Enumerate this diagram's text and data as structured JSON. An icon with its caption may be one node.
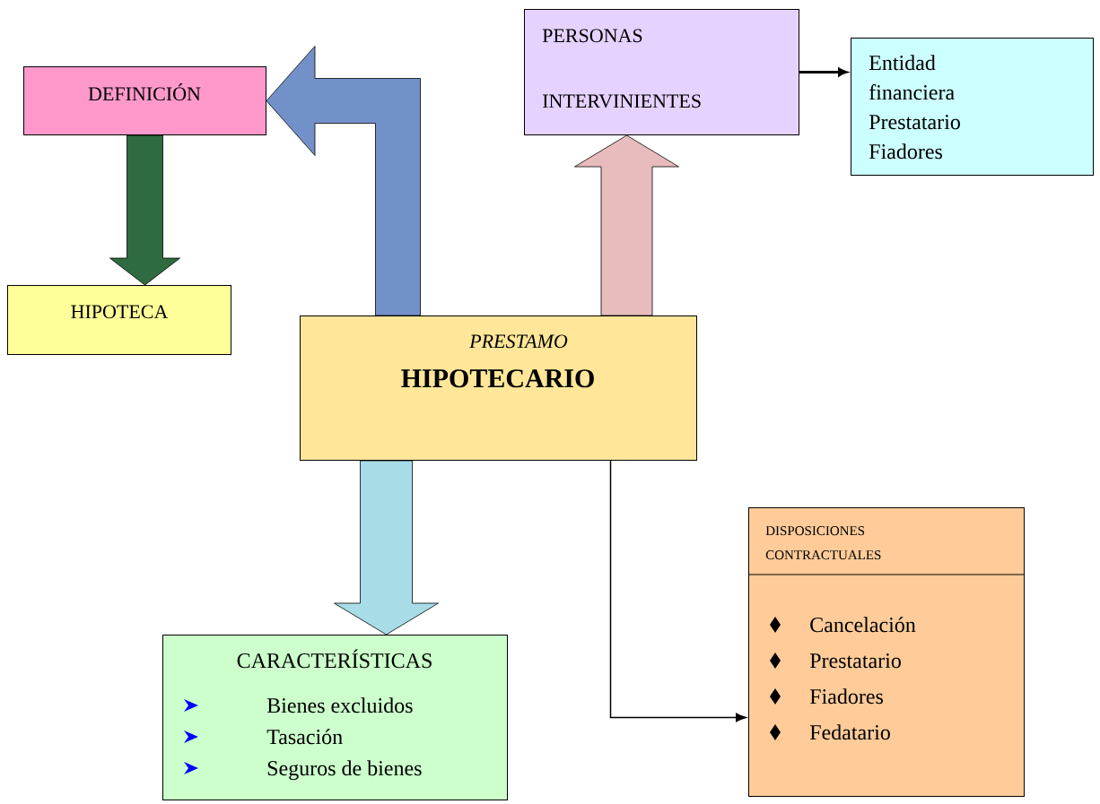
{
  "diagram": {
    "nodes": [
      {
        "text": [
          "DEFINICIÓN"
        ]
      },
      {
        "text": [
          "HIPOTECA"
        ]
      },
      {
        "text": [
          "PERSONAS INTERVINIENTES"
        ]
      },
      {
        "text": [
          "Entidad financiera",
          "Prestatario",
          "Fiadores"
        ]
      },
      {
        "text": [
          "PRESTAMO",
          "HIPOTECARIO"
        ]
      },
      {
        "text": [
          "CARACTERÍSTICAS",
          "Bienes excluidos",
          "Tasación",
          "Seguros de bienes"
        ]
      },
      {
        "text": [
          "DISPOSICIONES CONTRACTUALES",
          "Cancelación",
          "Prestatario",
          "Fiadores",
          "Fedatario"
        ]
      }
    ],
    "edges": [
      {
        "from": 4,
        "to": 0,
        "arrow": "to",
        "color": "#7391c9"
      },
      {
        "from": 0,
        "to": 1,
        "arrow": "to",
        "color": "#2f6b40"
      },
      {
        "from": 4,
        "to": 2,
        "arrow": "to",
        "color": "#e8bcbc"
      },
      {
        "from": 2,
        "to": 3,
        "arrow": "to"
      },
      {
        "from": 4,
        "to": 5,
        "arrow": "to",
        "color": "#a8dde8"
      },
      {
        "from": 4,
        "to": 6,
        "arrow": "to"
      }
    ]
  }
}
